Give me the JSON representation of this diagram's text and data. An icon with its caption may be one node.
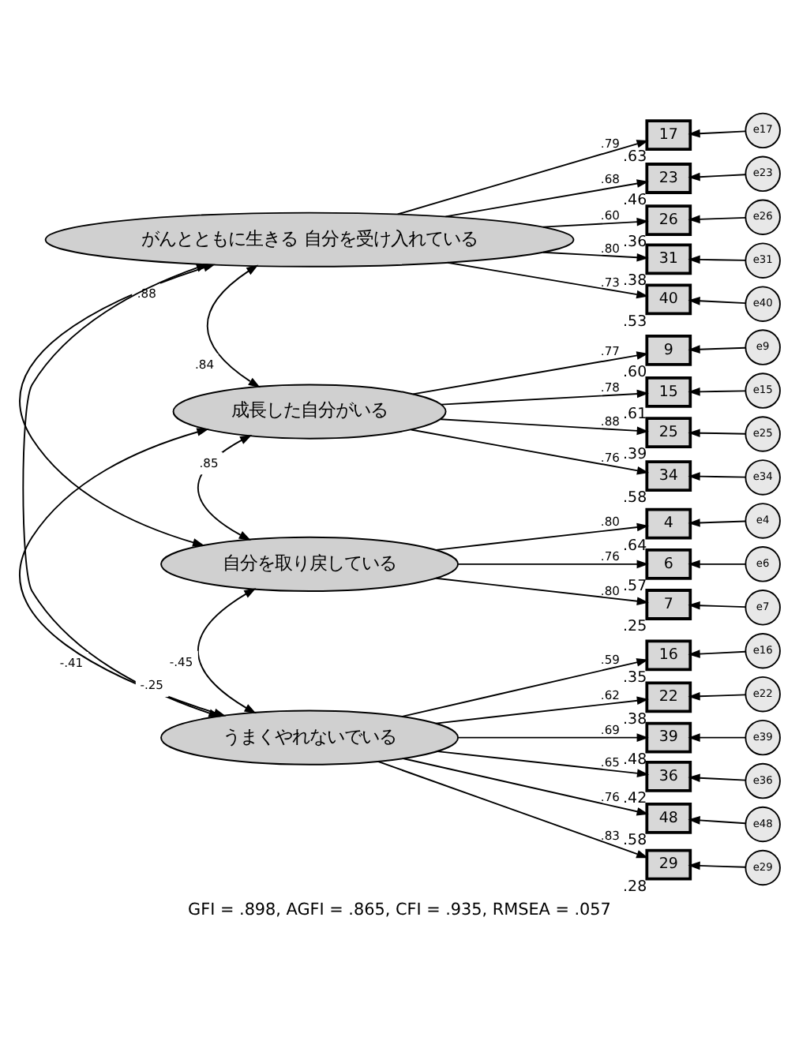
{
  "diagram": {
    "caption": "GFI = .898, AGFI = .865, CFI = .935, RMSEA = .057",
    "nodes": [
      {
        "text": [
          "がんとともに生きる 自分を受け入れている"
        ]
      },
      {
        "text": [
          "17"
        ],
        "beside": [
          ".63"
        ]
      },
      {
        "text": [
          "e17"
        ]
      },
      {
        "text": [
          "23"
        ],
        "beside": [
          ".46"
        ]
      },
      {
        "text": [
          "e23"
        ]
      },
      {
        "text": [
          "26"
        ],
        "beside": [
          ".36"
        ]
      },
      {
        "text": [
          "e26"
        ]
      },
      {
        "text": [
          "31"
        ],
        "beside": [
          ".38"
        ]
      },
      {
        "text": [
          "e31"
        ]
      },
      {
        "text": [
          "40"
        ],
        "beside": [
          ".53"
        ]
      },
      {
        "text": [
          "e40"
        ]
      },
      {
        "text": [
          "成長した自分がいる"
        ]
      },
      {
        "text": [
          "9"
        ],
        "beside": [
          ".60"
        ]
      },
      {
        "text": [
          "e9"
        ]
      },
      {
        "text": [
          "15"
        ],
        "beside": [
          ".61"
        ]
      },
      {
        "text": [
          "e15"
        ]
      },
      {
        "text": [
          "25"
        ],
        "beside": [
          ".39"
        ]
      },
      {
        "text": [
          "e25"
        ]
      },
      {
        "text": [
          "34"
        ],
        "beside": [
          ".58"
        ]
      },
      {
        "text": [
          "e34"
        ]
      },
      {
        "text": [
          "自分を取り戻している"
        ]
      },
      {
        "text": [
          "4"
        ],
        "beside": [
          ".64"
        ]
      },
      {
        "text": [
          "e4"
        ]
      },
      {
        "text": [
          "6"
        ],
        "beside": [
          ".57"
        ]
      },
      {
        "text": [
          "e6"
        ]
      },
      {
        "text": [
          "7"
        ],
        "beside": [
          ".25"
        ]
      },
      {
        "text": [
          "e7"
        ]
      },
      {
        "text": [
          "うまくやれないでいる"
        ]
      },
      {
        "text": [
          "16"
        ],
        "beside": [
          ".35"
        ]
      },
      {
        "text": [
          "e16"
        ]
      },
      {
        "text": [
          "22"
        ],
        "beside": [
          ".38"
        ]
      },
      {
        "text": [
          "e22"
        ]
      },
      {
        "text": [
          "39"
        ],
        "beside": [
          ".48"
        ]
      },
      {
        "text": [
          "e39"
        ]
      },
      {
        "text": [
          "36"
        ],
        "beside": [
          ".42"
        ]
      },
      {
        "text": [
          "e36"
        ]
      },
      {
        "text": [
          "48"
        ],
        "beside": [
          ".58"
        ]
      },
      {
        "text": [
          "e48"
        ]
      },
      {
        "text": [
          "29"
        ],
        "beside": [
          ".28"
        ]
      },
      {
        "text": [
          "e29"
        ]
      }
    ],
    "edges": [
      {
        "from": 0,
        "to": 1,
        "arrow": "to",
        "label": ".79"
      },
      {
        "from": 2,
        "to": 1,
        "arrow": "to"
      },
      {
        "from": 0,
        "to": 3,
        "arrow": "to",
        "label": ".68"
      },
      {
        "from": 4,
        "to": 3,
        "arrow": "to"
      },
      {
        "from": 0,
        "to": 5,
        "arrow": "to",
        "label": ".60"
      },
      {
        "from": 6,
        "to": 5,
        "arrow": "to"
      },
      {
        "from": 0,
        "to": 7,
        "arrow": "to",
        "label": ".80"
      },
      {
        "from": 8,
        "to": 7,
        "arrow": "to"
      },
      {
        "from": 0,
        "to": 9,
        "arrow": "to",
        "label": ".73"
      },
      {
        "from": 10,
        "to": 9,
        "arrow": "to"
      },
      {
        "from": 11,
        "to": 12,
        "arrow": "to",
        "label": ".77"
      },
      {
        "from": 13,
        "to": 12,
        "arrow": "to"
      },
      {
        "from": 11,
        "to": 14,
        "arrow": "to",
        "label": ".78"
      },
      {
        "from": 15,
        "to": 14,
        "arrow": "to"
      },
      {
        "from": 11,
        "to": 16,
        "arrow": "to",
        "label": ".88"
      },
      {
        "from": 17,
        "to": 16,
        "arrow": "to"
      },
      {
        "from": 11,
        "to": 18,
        "arrow": "to",
        "label": ".76"
      },
      {
        "from": 19,
        "to": 18,
        "arrow": "to"
      },
      {
        "from": 20,
        "to": 21,
        "arrow": "to",
        "label": ".80"
      },
      {
        "from": 22,
        "to": 21,
        "arrow": "to"
      },
      {
        "from": 20,
        "to": 23,
        "arrow": "to",
        "label": ".76"
      },
      {
        "from": 24,
        "to": 23,
        "arrow": "to"
      },
      {
        "from": 20,
        "to": 25,
        "arrow": "to",
        "label": ".80"
      },
      {
        "from": 26,
        "to": 25,
        "arrow": "to"
      },
      {
        "from": 27,
        "to": 28,
        "arrow": "to",
        "label": ".59"
      },
      {
        "from": 29,
        "to": 28,
        "arrow": "to"
      },
      {
        "from": 27,
        "to": 30,
        "arrow": "to",
        "label": ".62"
      },
      {
        "from": 31,
        "to": 30,
        "arrow": "to"
      },
      {
        "from": 27,
        "to": 32,
        "arrow": "to",
        "label": ".69"
      },
      {
        "from": 33,
        "to": 32,
        "arrow": "to"
      },
      {
        "from": 27,
        "to": 34,
        "arrow": "to",
        "label": ".65"
      },
      {
        "from": 35,
        "to": 34,
        "arrow": "to"
      },
      {
        "from": 27,
        "to": 36,
        "arrow": "to",
        "label": ".76"
      },
      {
        "from": 37,
        "to": 36,
        "arrow": "to"
      },
      {
        "from": 27,
        "to": 38,
        "arrow": "to",
        "label": ".83"
      },
      {
        "from": 39,
        "to": 38,
        "arrow": "to"
      },
      {
        "from": 0,
        "to": 11,
        "arrow": "both",
        "label": ".84"
      },
      {
        "from": 0,
        "to": 20,
        "arrow": "both",
        "label": ".88"
      },
      {
        "from": 0,
        "to": 27,
        "arrow": "both",
        "label": "-.41"
      },
      {
        "from": 11,
        "to": 20,
        "arrow": "both",
        "label": ".85"
      },
      {
        "from": 11,
        "to": 27,
        "arrow": "both",
        "label": "-.25"
      },
      {
        "from": 20,
        "to": 27,
        "arrow": "both",
        "label": "-.45"
      }
    ]
  }
}
